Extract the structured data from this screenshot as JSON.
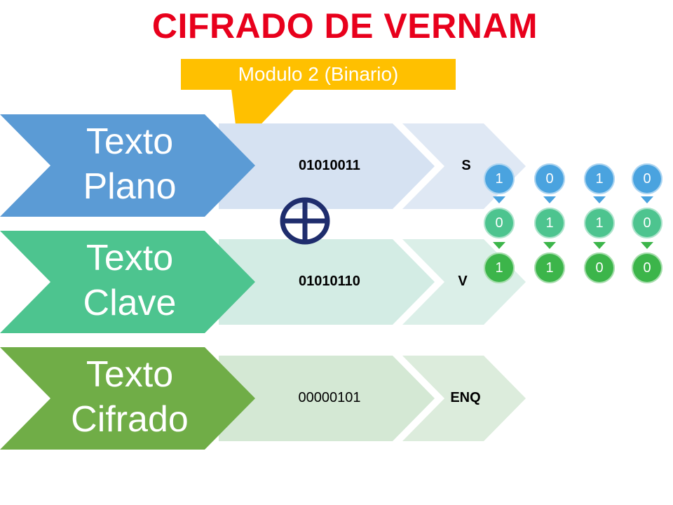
{
  "title": "CIFRADO DE VERNAM",
  "callout": "Modulo 2 (Binario)",
  "rows": [
    {
      "label_line1": "Texto",
      "label_line2": "Plano",
      "bits": "01010011",
      "char": "S"
    },
    {
      "label_line1": "Texto",
      "label_line2": "Clave",
      "bits": "01010110",
      "char": "V"
    },
    {
      "label_line1": "Texto",
      "label_line2": "Cifrado",
      "bits": "00000101",
      "char": "ENQ"
    }
  ],
  "xor_symbol_name": "xor-circle-plus-icon",
  "bit_columns": [
    {
      "top": "1",
      "middle": "0",
      "bottom": "1"
    },
    {
      "top": "0",
      "middle": "1",
      "bottom": "1"
    },
    {
      "top": "1",
      "middle": "1",
      "bottom": "0"
    },
    {
      "top": "0",
      "middle": "0",
      "bottom": "0"
    }
  ],
  "colors": {
    "title": "#e8001c",
    "callout": "#ffc000",
    "plano_main": "#5b9bd5",
    "plano_light": "#d6e2f2",
    "plano_lighter": "#dfe8f4",
    "clave_main": "#4dc48f",
    "clave_light": "#d3ece4",
    "clave_lighter": "#dbefe8",
    "cifrado_main": "#70ad47",
    "cifrado_light": "#d4e8d4",
    "cifrado_lighter": "#dcecdc",
    "node_blue": "#4aa3df",
    "node_green": "#3cb54a",
    "xor": "#1f2d6d"
  }
}
